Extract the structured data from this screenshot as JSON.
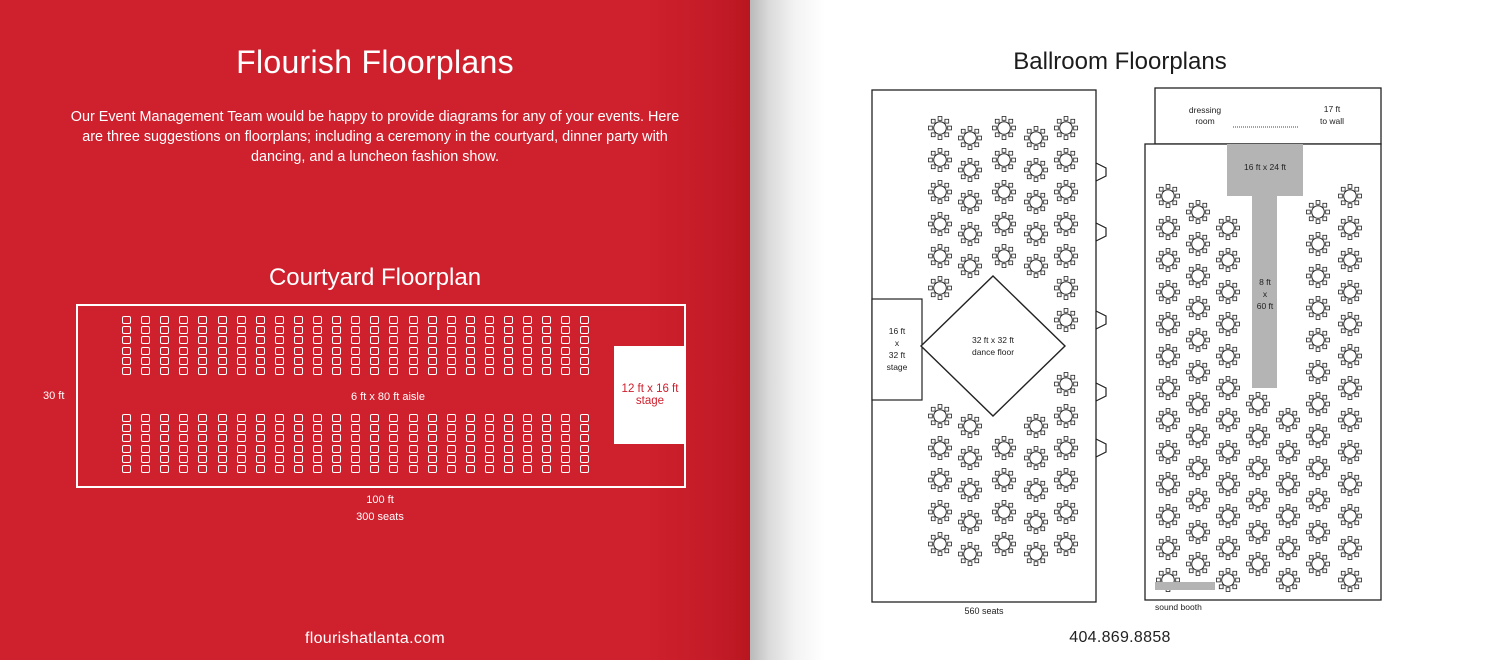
{
  "left_page": {
    "title": "Flourish Floorplans",
    "intro": "Our Event Management Team would be happy to provide diagrams for any of your events. Here are three suggestions on floorplans; including a ceremony in the courtyard, dinner party with dancing, and a luncheon fashion show.",
    "courtyard": {
      "title": "Courtyard Floorplan",
      "aisle_label": "6 ft x 80 ft aisle",
      "stage_label": "12 ft x 16 ft stage",
      "height_label": "30 ft",
      "width_label": "100 ft",
      "seats_label": "300 seats",
      "chair_columns": 25,
      "chair_rows_per_block": 6
    },
    "website": "flourishatlanta.com"
  },
  "right_page": {
    "title": "Ballroom Floorplans",
    "plan_a": {
      "stage_label": [
        "16 ft",
        "x",
        "32 ft",
        "stage"
      ],
      "dance_floor_label": [
        "32 ft x 32 ft",
        "dance floor"
      ],
      "seats_label": "560 seats"
    },
    "plan_b": {
      "dressing_room_label": [
        "dressing",
        "room"
      ],
      "wall_label": [
        "17 ft",
        "to wall"
      ],
      "runway_head_label": "16 ft x 24 ft",
      "runway_label": [
        "8 ft",
        "x",
        "60 ft"
      ],
      "sound_booth_label": "sound booth"
    },
    "phone": "404.869.8858"
  },
  "colors": {
    "brand_red": "#cf202d",
    "runway_gray": "#b4b4b4",
    "line": "#222222"
  }
}
